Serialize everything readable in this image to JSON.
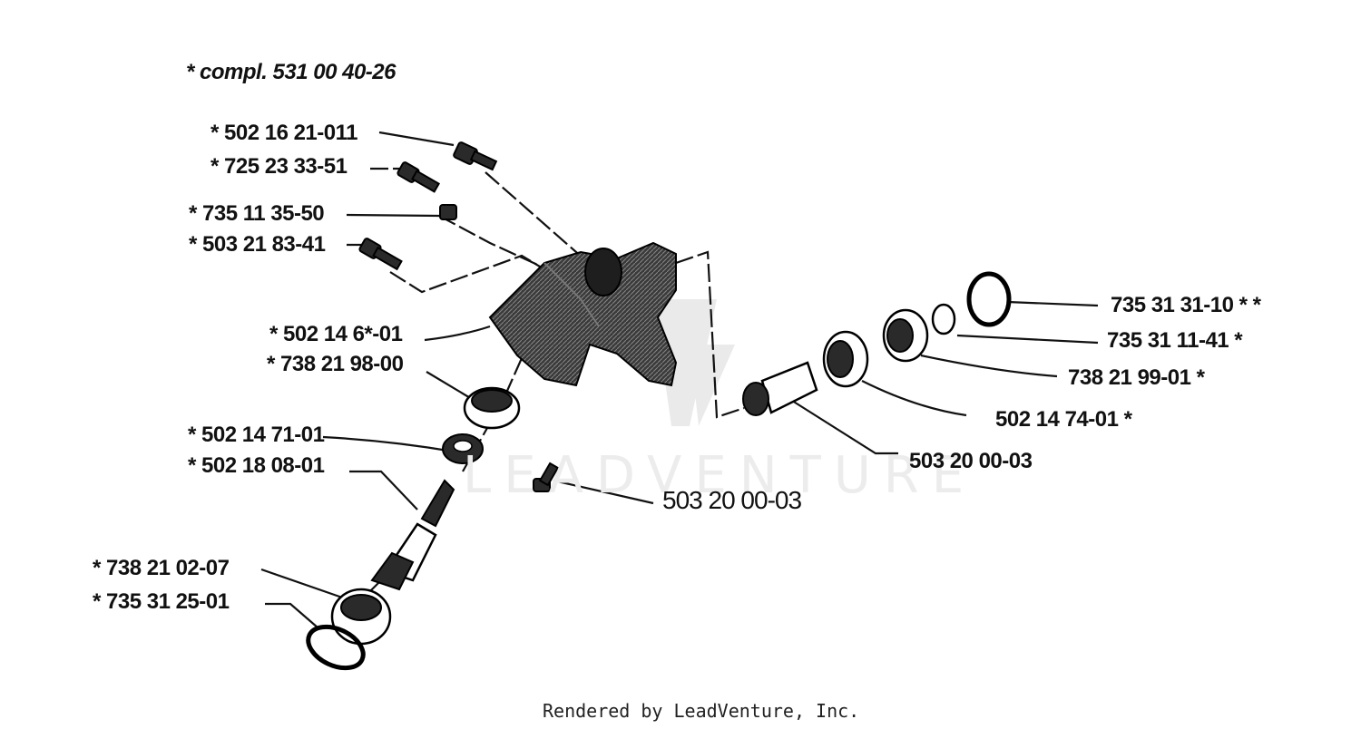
{
  "header": {
    "assembly": "*  compl. 531 00 40-26"
  },
  "parts": {
    "p1": "*  502 16 21-011",
    "p2": "*  725 23 33-51",
    "p3": "*  735 11 35-50",
    "p4": "*  503 21 83-41",
    "p5": "*  502 14 6*-01",
    "p6": "*  738 21 98-00",
    "p7": "*  502 14 71-01",
    "p8": "*  502 18 08-01",
    "p9": "*  738 21 02-07",
    "p10": "*  735 31 25-01",
    "p11": "735 31 31-10  *   *",
    "p12": "735 31 11-41  *",
    "p13": "738 21 99-01  *",
    "p14": "502 14 74-01  *",
    "p15": "503 20 00-03",
    "p16": "503 20 00-03"
  },
  "watermark": "LEADVENTURE",
  "footer": "Rendered by LeadVenture, Inc."
}
